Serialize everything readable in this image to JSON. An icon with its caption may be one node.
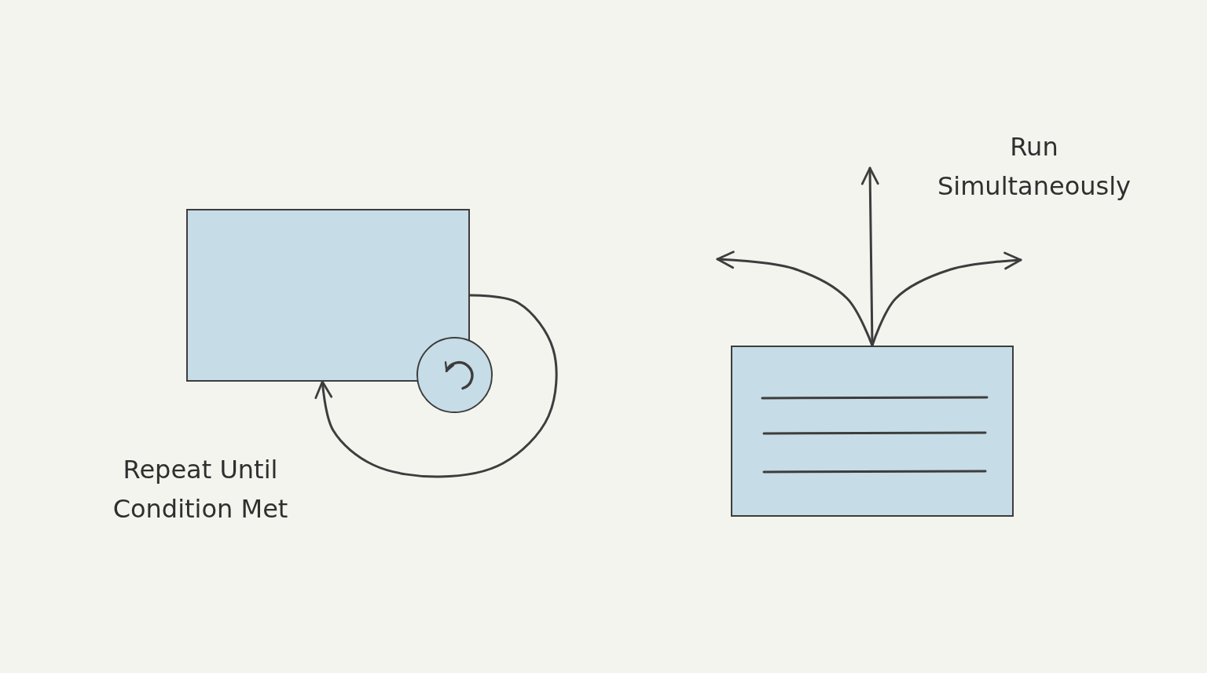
{
  "diagram": {
    "nodes": [
      {
        "text": [],
        "shape": "box"
      },
      {
        "text": [],
        "shape": "circle"
      },
      {
        "text": [],
        "shape": "box"
      }
    ],
    "edges": [
      {
        "from": 0,
        "to": 0,
        "arrow": "to"
      },
      {
        "from": 2,
        "to": null,
        "arrow": "to"
      },
      {
        "from": 2,
        "to": null,
        "arrow": "to"
      },
      {
        "from": 2,
        "to": null,
        "arrow": "to"
      }
    ],
    "labels": [
      "Repeat Until Condition Met",
      "Run Simultaneously"
    ]
  }
}
